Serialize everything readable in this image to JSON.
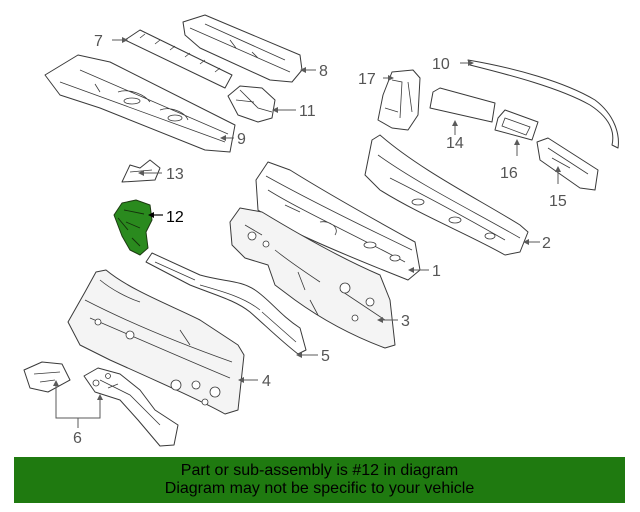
{
  "diagram": {
    "callouts": [
      {
        "id": "1",
        "label": "1"
      },
      {
        "id": "2",
        "label": "2"
      },
      {
        "id": "3",
        "label": "3"
      },
      {
        "id": "4",
        "label": "4"
      },
      {
        "id": "5",
        "label": "5"
      },
      {
        "id": "6",
        "label": "6"
      },
      {
        "id": "7",
        "label": "7"
      },
      {
        "id": "8",
        "label": "8"
      },
      {
        "id": "9",
        "label": "9"
      },
      {
        "id": "10",
        "label": "10"
      },
      {
        "id": "11",
        "label": "11"
      },
      {
        "id": "12",
        "label": "12"
      },
      {
        "id": "13",
        "label": "13"
      },
      {
        "id": "14",
        "label": "14"
      },
      {
        "id": "15",
        "label": "15"
      },
      {
        "id": "16",
        "label": "16"
      },
      {
        "id": "17",
        "label": "17"
      }
    ],
    "highlighted_part": "12",
    "highlight_color": "#2a8a1e"
  },
  "banner": {
    "line1": "Part or sub-assembly is #12 in diagram",
    "line2": "Diagram may not be specific to your vehicle",
    "background_color": "#1f7a10"
  }
}
